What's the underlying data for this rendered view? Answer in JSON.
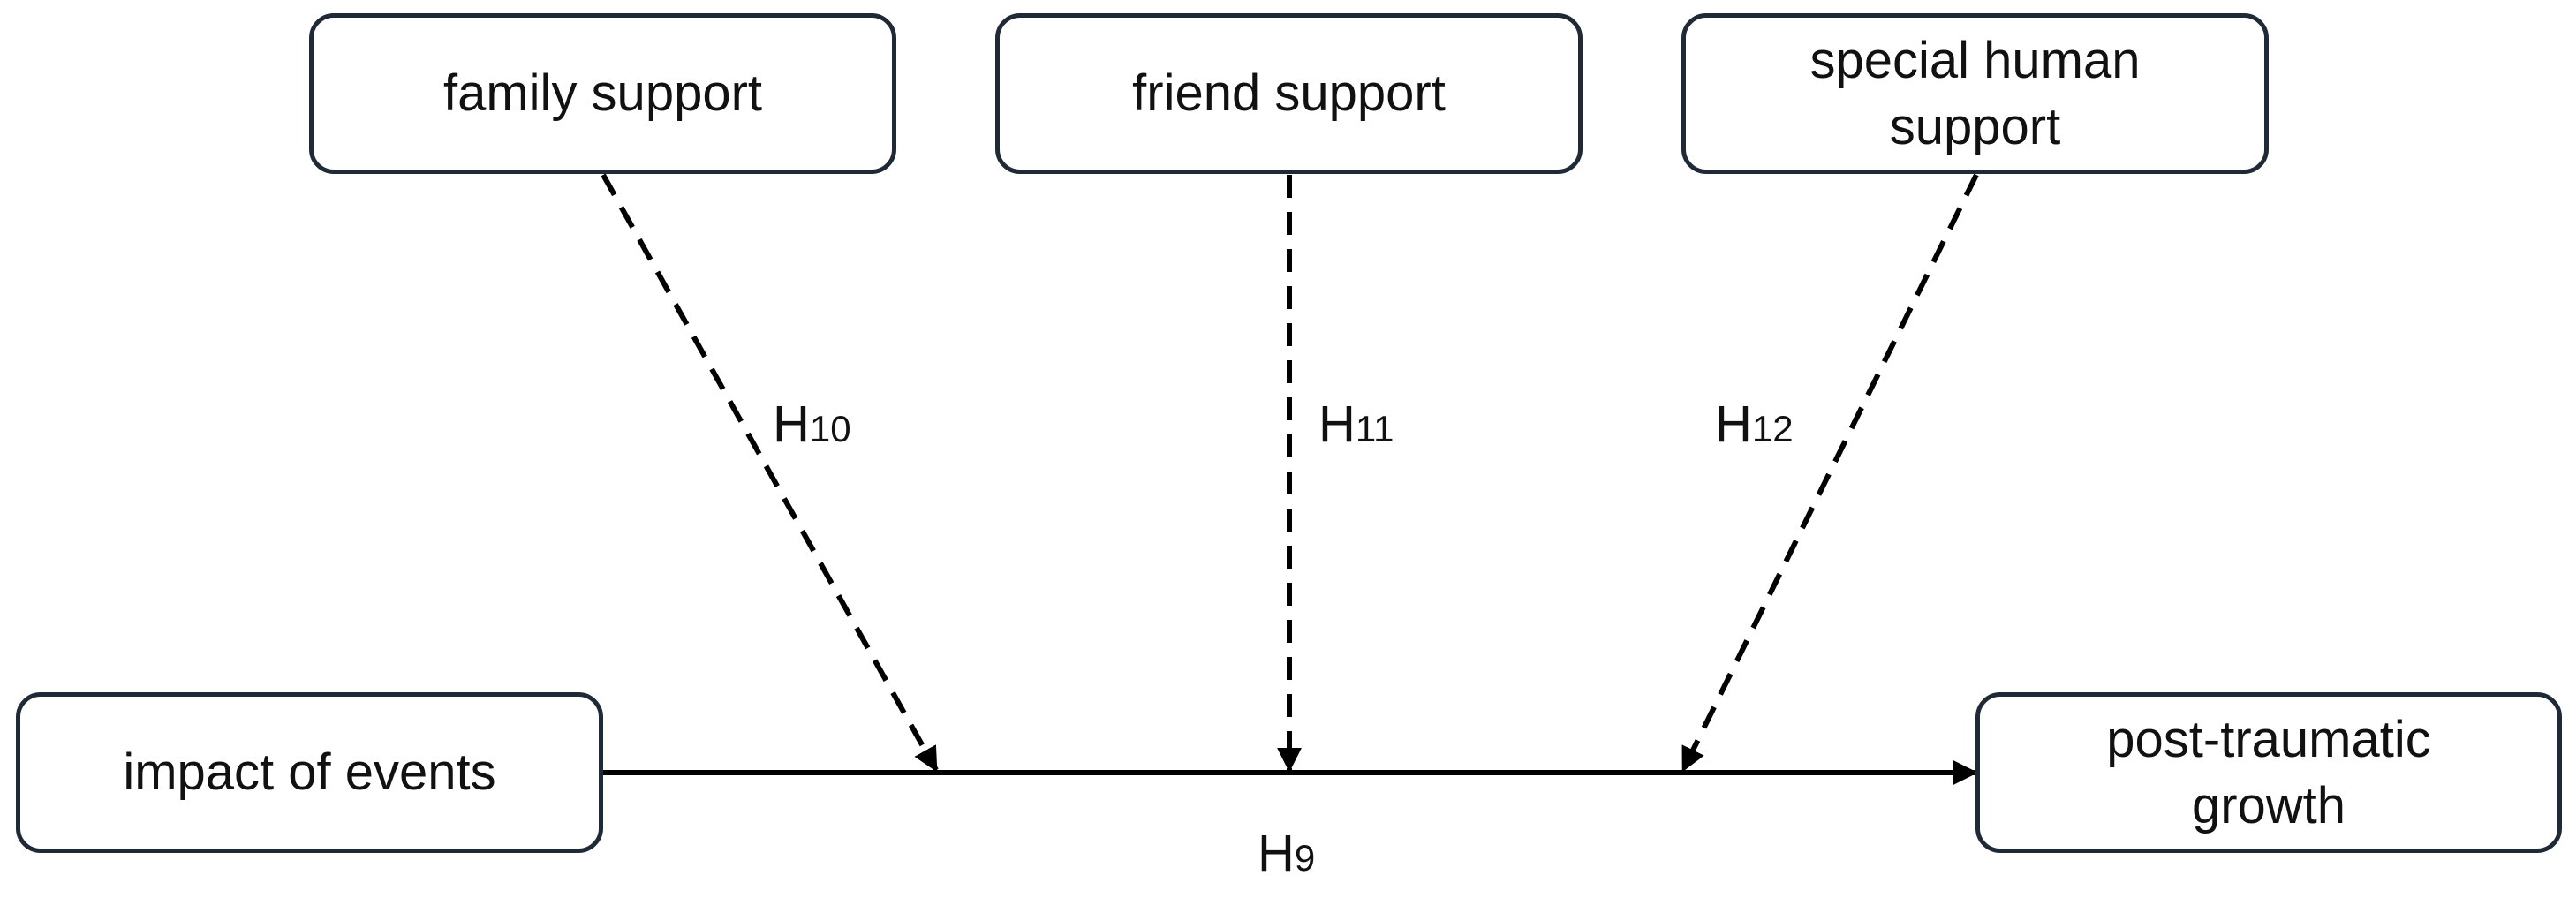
{
  "nodes": {
    "family": {
      "label": "family support"
    },
    "friend": {
      "label": "friend support"
    },
    "special": {
      "label": "special human support"
    },
    "impact": {
      "label": "impact of events"
    },
    "growth": {
      "label": "post-traumatic growth"
    }
  },
  "hypotheses": {
    "h9": {
      "letter": "H",
      "number": "9"
    },
    "h10": {
      "letter": "H",
      "number": "10"
    },
    "h11": {
      "letter": "H",
      "number": "11"
    },
    "h12": {
      "letter": "H",
      "number": "12"
    }
  },
  "colors": {
    "box_border": "#1f2a36",
    "line": "#000000",
    "text": "#111111"
  }
}
